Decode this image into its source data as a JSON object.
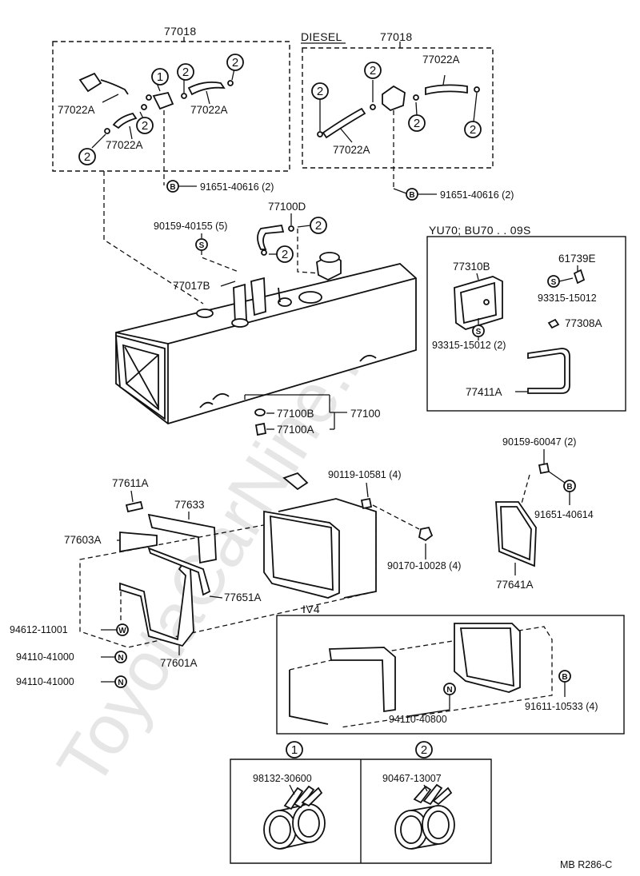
{
  "watermark": "ToyotaCarNine.ru",
  "footer_code": "MB R286-C",
  "labels": {
    "a77018_left": "77018",
    "a77018_right": "77018",
    "diesel": "DIESEL",
    "a77022A_1": "77022A",
    "a77022A_2": "77022A",
    "a77022A_3": "77022A",
    "a77022A_4": "77022A",
    "a77022A_5": "77022A",
    "a91651_40616_left": "91651-40616 (2)",
    "a91651_40616_right": "91651-40616 (2)",
    "a77100D": "77100D",
    "a90159_40155": "90159-40155 (5)",
    "a77017B": "77017B",
    "yu70_title": "YU70; BU70 . . 09S",
    "a77310B": "77310B",
    "a61739E": "61739E",
    "a93315_15012_a": "93315-15012",
    "a77308A": "77308A",
    "a93315_15012_b": "93315-15012 (2)",
    "a77411A": "77411A",
    "a77100B": "77100B",
    "a77100": "77100",
    "a77100A": "77100A",
    "a77611A": "77611A",
    "a77633": "77633",
    "a90119_10581": "90119-10581 (4)",
    "a90159_60047": "90159-60047 (2)",
    "a91651_40614": "91651-40614",
    "a77603A": "77603A",
    "a90170_10028": "90170-10028 (4)",
    "a77641A": "77641A",
    "a77651A": "77651A",
    "iv4": "IV4",
    "a94612_11001": "94612-11001",
    "a94110_41000_a": "94110-41000",
    "a94110_41000_b": "94110-41000",
    "a77601A": "77601A",
    "a94110_40800": "94110-40800",
    "a91611_10533": "91611-10533 (4)",
    "a98132_30600": "98132-30600",
    "a90467_13007": "90467-13007"
  },
  "markers": {
    "one": "1",
    "two": "2",
    "B": "B",
    "S": "S",
    "N": "N",
    "W": "W"
  }
}
